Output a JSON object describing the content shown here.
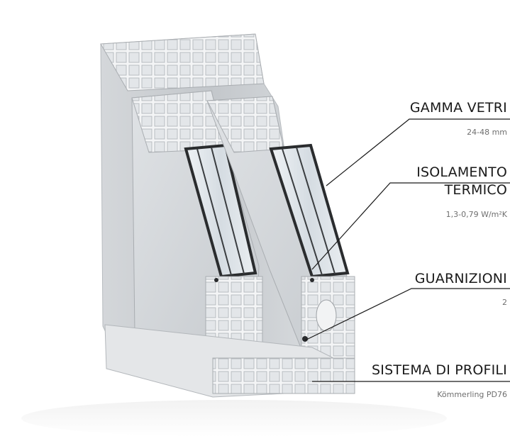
{
  "callouts": [
    {
      "title": "GAMMA VETRI",
      "subtitle": "24-48 mm"
    },
    {
      "title": "ISOLAMENTO\nTERMICO",
      "subtitle": "1,3-0,79 W/m²K"
    },
    {
      "title": "GUARNIZIONI",
      "subtitle": "2"
    },
    {
      "title": "SISTEMA DI PROFILI",
      "subtitle": "Kömmerling PD76"
    }
  ],
  "colors": {
    "text": "#1a1a1a",
    "subtext": "#6f6f6f",
    "frame_light": "#e6e8ea",
    "frame_mid": "#c9cccf",
    "frame_dark": "#a9adb1",
    "glass": "#dde3e8",
    "gasket": "#2a2c2e",
    "leader": "#1a1a1a"
  }
}
